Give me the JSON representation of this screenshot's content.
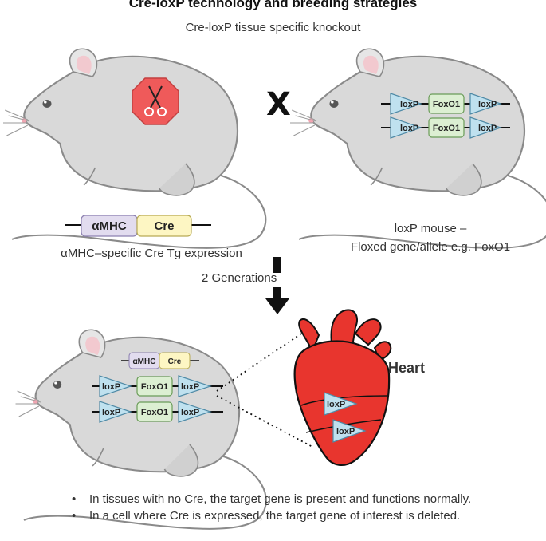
{
  "title": "Cre-loxP technology and breeding strategies",
  "subtitle": "Cre-loxP tissue specific knockout",
  "cross_symbol": "X",
  "cre_construct": {
    "promoter": "αMHC",
    "gene": "Cre"
  },
  "left_caption": "αMHC–specific Cre Tg expression",
  "right_caption": {
    "line1": "loxP mouse –",
    "line2": "Floxed gene/allele e.g. FoxO1"
  },
  "floxed_allele": {
    "site": "loxP",
    "gene": "FoxO1"
  },
  "arrow_label": "2 Generations",
  "heart_label": "Heart",
  "heart_sites": [
    "loxP",
    "loxP"
  ],
  "bullets": [
    "In tissues with no Cre, the target gene is present and functions normally.",
    "In a cell where Cre is expressed, the target gene of interest is deleted."
  ],
  "colors": {
    "mouse_body": "#d9d9d9",
    "mouse_outline": "#8a8a8a",
    "ear_inner": "#f2c9cf",
    "loxp_fill": "#bfe1ef",
    "foxo1_fill": "#dcefd2",
    "amhc_fill": "#e2dcef",
    "cre_fill": "#fdf6c3",
    "heart_red": "#e8352e",
    "scissors_bg": "#ef5a5a"
  }
}
